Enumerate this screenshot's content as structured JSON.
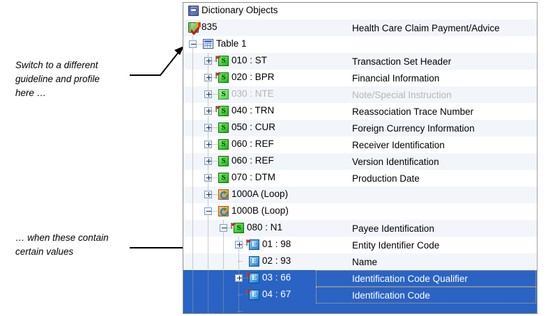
{
  "annotations": {
    "top": "Switch to a different\nguideline and profile\nhere …",
    "bottom": "… when these contain\ncertain values"
  },
  "tree": {
    "rows": [
      {
        "label": "Dictionary Objects",
        "desc": "",
        "indent": 0,
        "icon": "dictionary-book-icon",
        "glyph": "",
        "expander": "none",
        "state": "normal",
        "band": "plain"
      },
      {
        "label": "835",
        "desc": "Health Care Claim Payment/Advice",
        "indent": 0,
        "icon": "guideline-book-icon",
        "glyph": "",
        "expander": "none",
        "state": "normal",
        "band": "alt"
      },
      {
        "label": "Table 1",
        "desc": "",
        "indent": 1,
        "icon": "table-icon",
        "glyph": "",
        "expander": "minus",
        "state": "normal",
        "band": "plain"
      },
      {
        "label": "010 : ST",
        "desc": "Transaction Set Header",
        "indent": 2,
        "icon": "segment-icon",
        "glyph": "S",
        "expander": "plus",
        "state": "flagged",
        "band": "alt"
      },
      {
        "label": "020 : BPR",
        "desc": "Financial Information",
        "indent": 2,
        "icon": "segment-icon",
        "glyph": "S",
        "expander": "plus",
        "state": "flagged",
        "band": "plain"
      },
      {
        "label": "030 : NTE",
        "desc": "Note/Special Instruction",
        "indent": 2,
        "icon": "segment-icon",
        "glyph": "S",
        "expander": "plus",
        "state": "dim",
        "band": "alt"
      },
      {
        "label": "040 : TRN",
        "desc": "Reassociation Trace Number",
        "indent": 2,
        "icon": "segment-icon",
        "glyph": "S",
        "expander": "plus",
        "state": "flagged",
        "band": "plain"
      },
      {
        "label": "050 : CUR",
        "desc": "Foreign Currency Information",
        "indent": 2,
        "icon": "segment-icon",
        "glyph": "S",
        "expander": "plus",
        "state": "normal",
        "band": "alt"
      },
      {
        "label": "060 : REF",
        "desc": "Receiver Identification",
        "indent": 2,
        "icon": "segment-icon",
        "glyph": "S",
        "expander": "plus",
        "state": "normal",
        "band": "plain"
      },
      {
        "label": "060 : REF",
        "desc": "Version Identification",
        "indent": 2,
        "icon": "segment-icon",
        "glyph": "S",
        "expander": "plus",
        "state": "normal",
        "band": "alt"
      },
      {
        "label": "070 : DTM",
        "desc": "Production Date",
        "indent": 2,
        "icon": "segment-icon",
        "glyph": "S",
        "expander": "plus",
        "state": "normal",
        "band": "plain"
      },
      {
        "label": "1000A (Loop)",
        "desc": "",
        "indent": 2,
        "icon": "loop-icon",
        "glyph": "",
        "expander": "plus",
        "state": "normal",
        "band": "alt"
      },
      {
        "label": "1000B (Loop)",
        "desc": "",
        "indent": 2,
        "icon": "loop-icon",
        "glyph": "",
        "expander": "minus",
        "state": "normal",
        "band": "plain"
      },
      {
        "label": "080 : N1",
        "desc": "Payee Identification",
        "indent": 3,
        "icon": "segment-icon",
        "glyph": "S",
        "expander": "minus",
        "state": "flagged",
        "band": "alt"
      },
      {
        "label": "01 : 98",
        "desc": "Entity Identifier Code",
        "indent": 4,
        "icon": "element-icon",
        "glyph": "E",
        "expander": "plus",
        "state": "flagged",
        "band": "plain"
      },
      {
        "label": "02 : 93",
        "desc": "Name",
        "indent": 4,
        "icon": "element-icon",
        "glyph": "E",
        "expander": "none",
        "state": "normal",
        "band": "alt"
      },
      {
        "label": "03 : 66",
        "desc": "Identification Code Qualifier",
        "indent": 4,
        "icon": "element-icon",
        "glyph": "E",
        "expander": "plus",
        "state": "selected-flagged",
        "band": "selected"
      },
      {
        "label": "04 : 67",
        "desc": "Identification Code",
        "indent": 4,
        "icon": "element-icon",
        "glyph": "E",
        "expander": "none",
        "state": "selected-flagged",
        "band": "selected"
      },
      {
        "label": "",
        "desc": "",
        "indent": 4,
        "icon": "none",
        "glyph": "",
        "expander": "none",
        "state": "normal",
        "band": "selected"
      }
    ],
    "colors": {
      "selection": "#2a63c4",
      "alt_row": "#f2f6fb",
      "dim_text": "#b4b4b4",
      "segment_green": "#1fb21a",
      "element_blue": "#1f7fd6",
      "loop_orange": "#e88420",
      "flag_red": "#e01b1b"
    }
  }
}
